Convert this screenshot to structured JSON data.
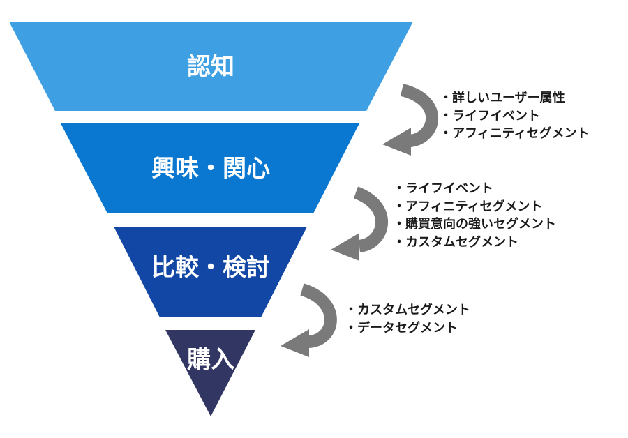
{
  "stages": [
    {
      "label": "認知",
      "color": "#3f9fe3"
    },
    {
      "label": "興味・関心",
      "color": "#0a78d0"
    },
    {
      "label": "比較・検討",
      "color": "#1247a5"
    },
    {
      "label": "購入",
      "color": "#323662"
    }
  ],
  "arrow_color": "#7a7a7a",
  "annotations": [
    {
      "items": [
        "詳しいユーザー属性",
        "ライフイベント",
        "アフィニティセグメント"
      ]
    },
    {
      "items": [
        "ライフイベント",
        "アフィニティセグメント",
        "購買意向の強いセグメント",
        "カスタムセグメント"
      ]
    },
    {
      "items": [
        "カスタムセグメント",
        "データセグメント"
      ]
    }
  ]
}
